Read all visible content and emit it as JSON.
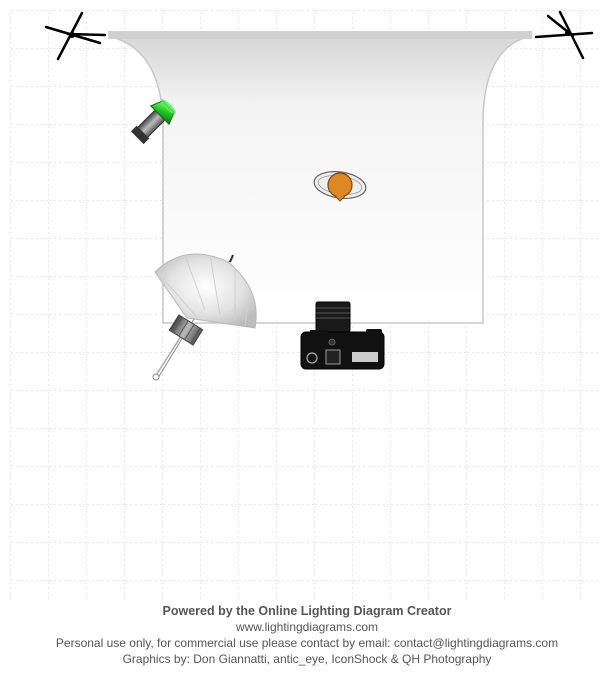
{
  "diagram": {
    "objects": [
      {
        "id": "backdrop",
        "kind": "seamless backdrop"
      },
      {
        "id": "stand-left",
        "kind": "light stand"
      },
      {
        "id": "stand-right",
        "kind": "light stand"
      },
      {
        "id": "strobe-green-gel",
        "kind": "strobe with gel",
        "color": "#22cc22"
      },
      {
        "id": "subject",
        "kind": "model",
        "color": "#dd8822"
      },
      {
        "id": "umbrella-light",
        "kind": "shoot-through umbrella"
      },
      {
        "id": "camera",
        "kind": "camera"
      }
    ]
  },
  "footer": {
    "line1": "Powered by the Online Lighting Diagram Creator",
    "line2": "www.lightingdiagrams.com",
    "line3": "Personal use only, for commercial use please contact by email: contact@lightingdiagrams.com",
    "line4": "Graphics by: Don Giannatti, antic_eye, IconShock & QH Photography"
  },
  "colors": {
    "grid": "#cfcfcf",
    "text": "#555555",
    "gel": "#22cc22",
    "subject": "#dd8822"
  }
}
